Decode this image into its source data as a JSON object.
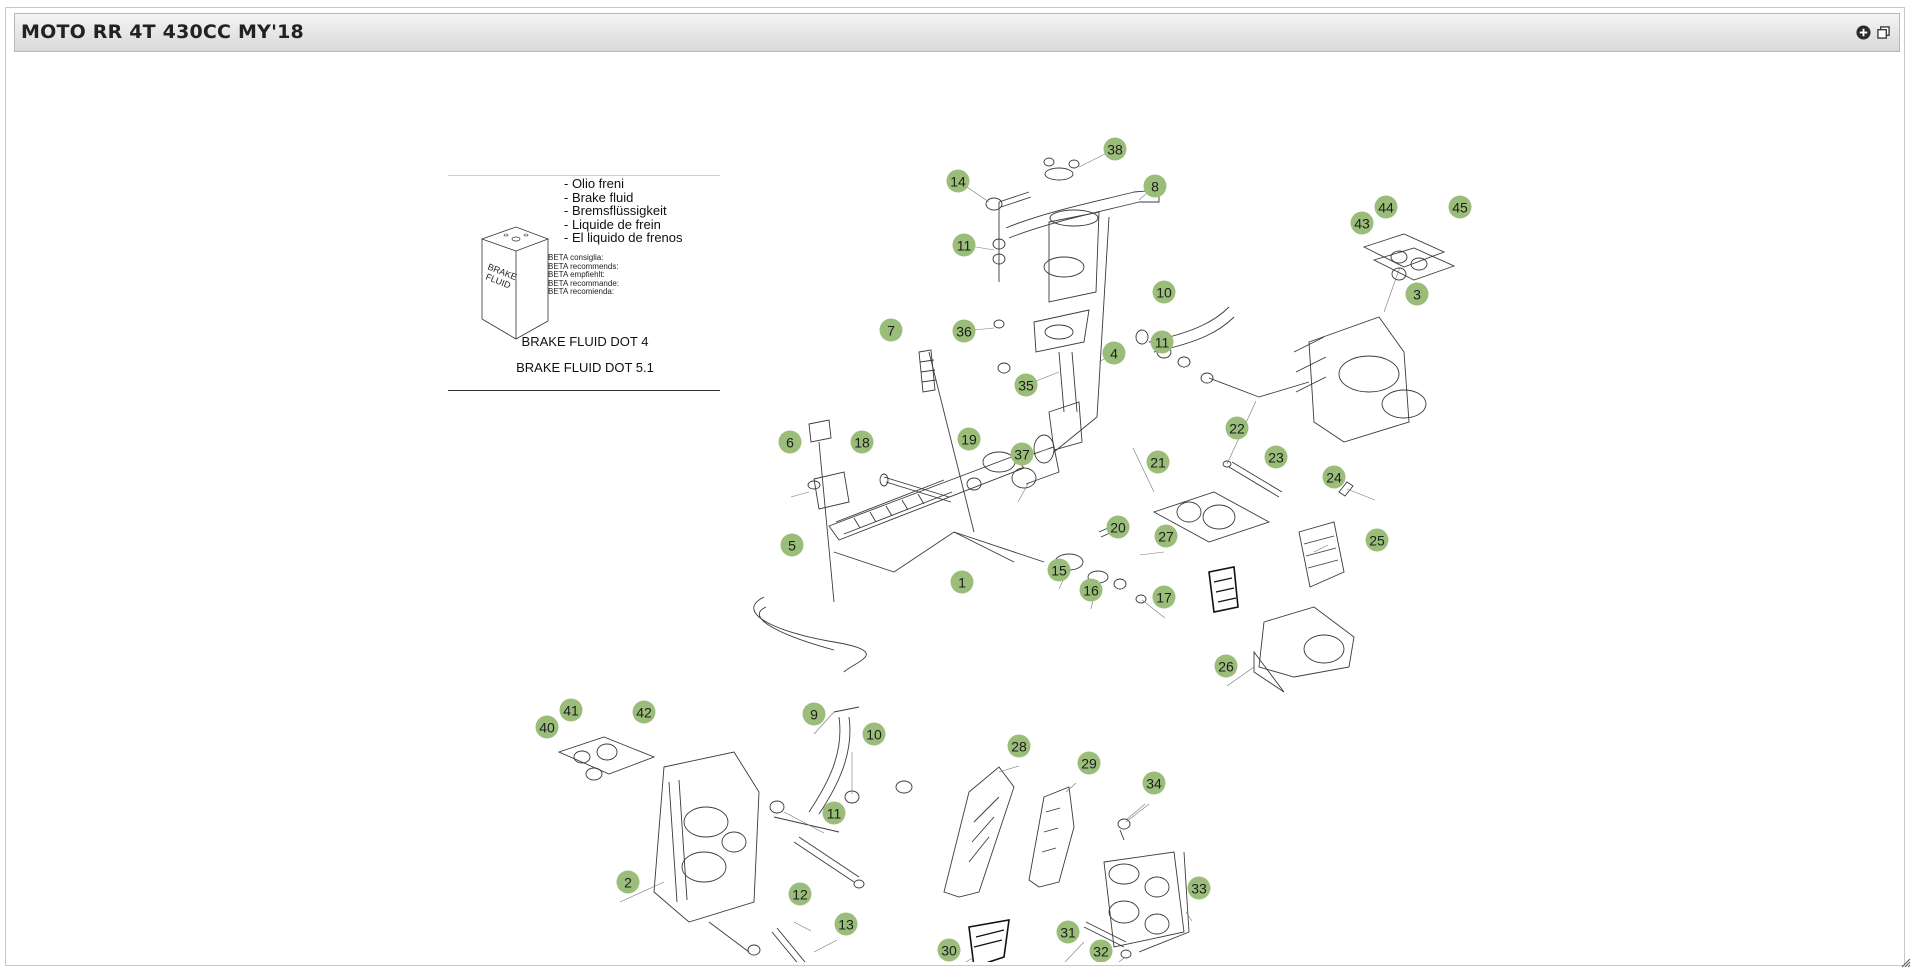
{
  "window": {
    "title": "MOTO RR 4T 430CC MY'18",
    "icons": [
      "plus-circle-icon",
      "copy-window-icon"
    ]
  },
  "legend": {
    "brake_label": "BRAKE",
    "fluid_label": "FLUID",
    "fluid_names": [
      "- Olio freni",
      "- Brake fluid",
      "- Bremsflüssigkeit",
      "- Liquide de frein",
      "- El liquido de frenos"
    ],
    "recommend_lines": [
      "BETA consiglia:",
      "BETA recommends:",
      "BETA empfiehlt:",
      "BETA recommande:",
      "BETA recomienda:"
    ],
    "fluid_spec_1": "BRAKE FLUID DOT 4",
    "fluid_spec_2": "BRAKE FLUID DOT 5.1"
  },
  "callout_color": "#9bbd7a",
  "callouts": [
    "38",
    "14",
    "8",
    "11",
    "45",
    "44",
    "43",
    "3",
    "10",
    "36",
    "7",
    "11",
    "4",
    "35",
    "19",
    "18",
    "6",
    "37",
    "22",
    "23",
    "21",
    "24",
    "5",
    "20",
    "27",
    "25",
    "15",
    "1",
    "16",
    "17",
    "26",
    "41",
    "42",
    "40",
    "9",
    "10",
    "28",
    "29",
    "34",
    "11",
    "2",
    "12",
    "13",
    "33",
    "31",
    "32",
    "30"
  ]
}
